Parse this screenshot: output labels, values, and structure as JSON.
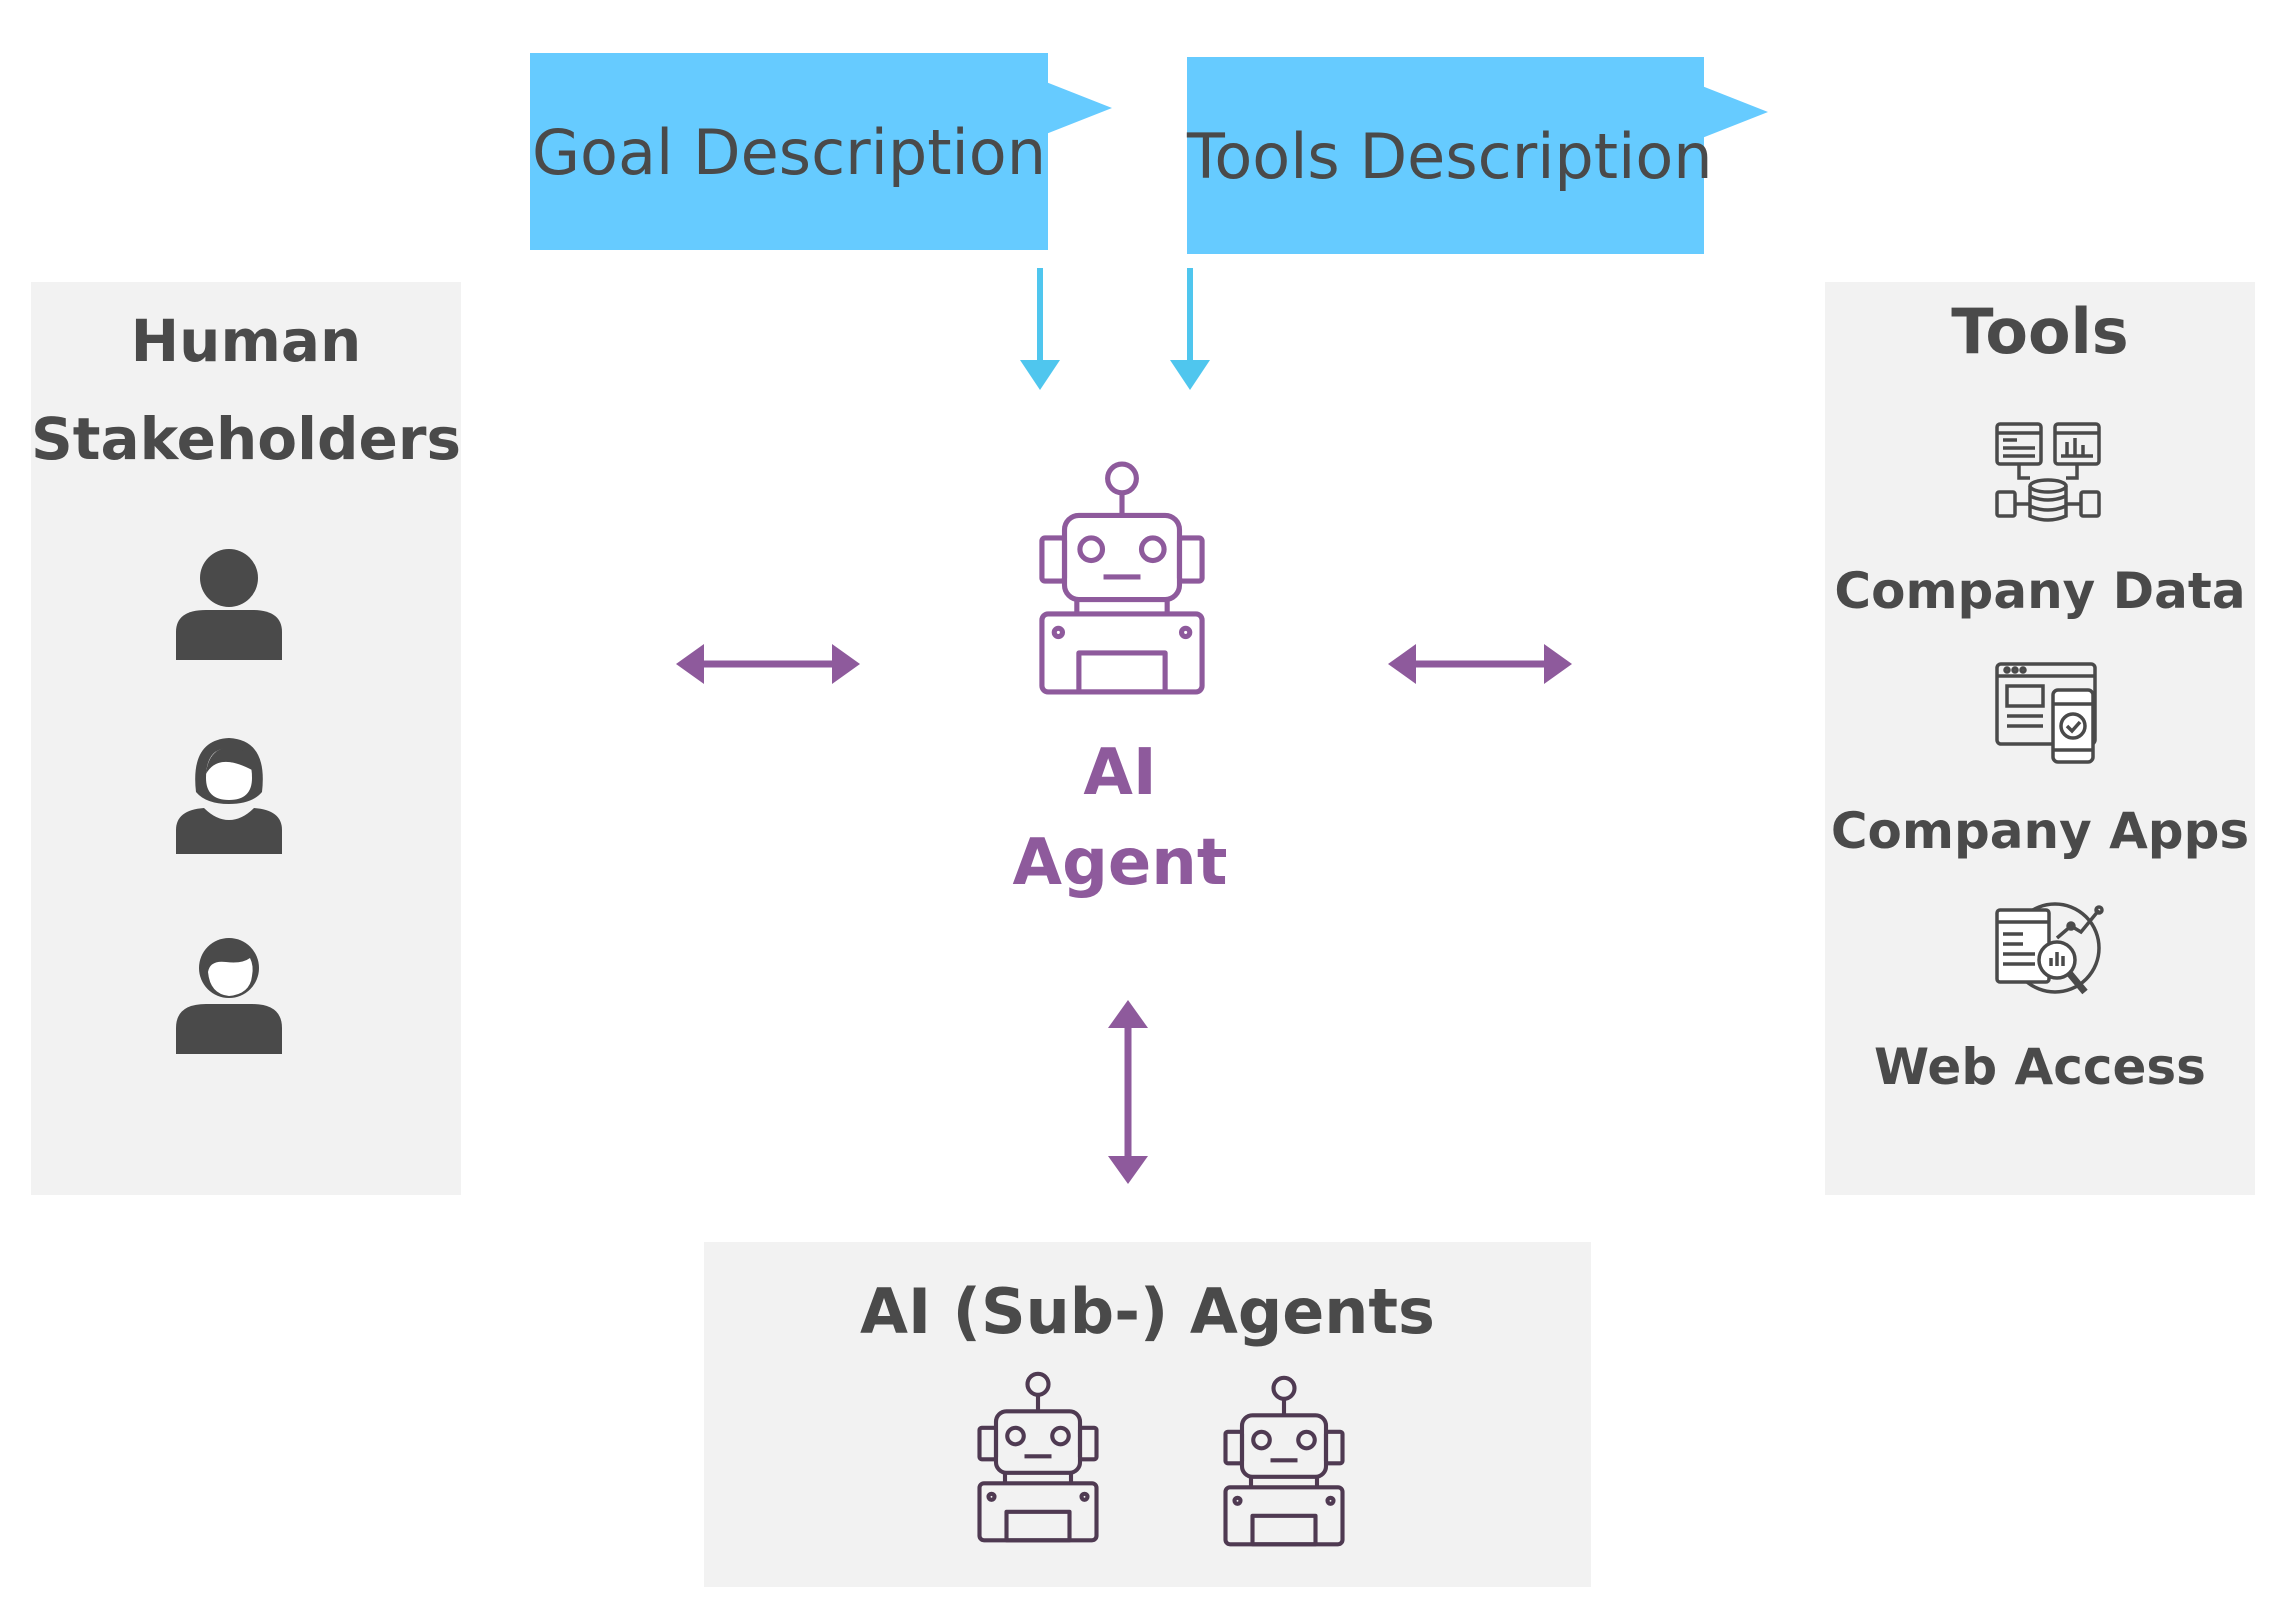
{
  "goal": {
    "label": "Goal Description"
  },
  "tools_desc": {
    "label": "Tools Description"
  },
  "agent": {
    "line1": "AI",
    "line2": "Agent"
  },
  "stakeholders": {
    "line1": "Human",
    "line2": "Stakeholders"
  },
  "tools": {
    "title": "Tools",
    "items": [
      {
        "label": "Company Data",
        "icon": "database-network-icon"
      },
      {
        "label": "Company Apps",
        "icon": "app-devices-icon"
      },
      {
        "label": "Web Access",
        "icon": "web-analytics-icon"
      }
    ]
  },
  "subagents": {
    "title": "AI (Sub-) Agents"
  },
  "colors": {
    "flag": "#66cbff",
    "accent": "#8e5a9c",
    "panel": "#f2f2f2",
    "text": "#4a4a4a"
  }
}
